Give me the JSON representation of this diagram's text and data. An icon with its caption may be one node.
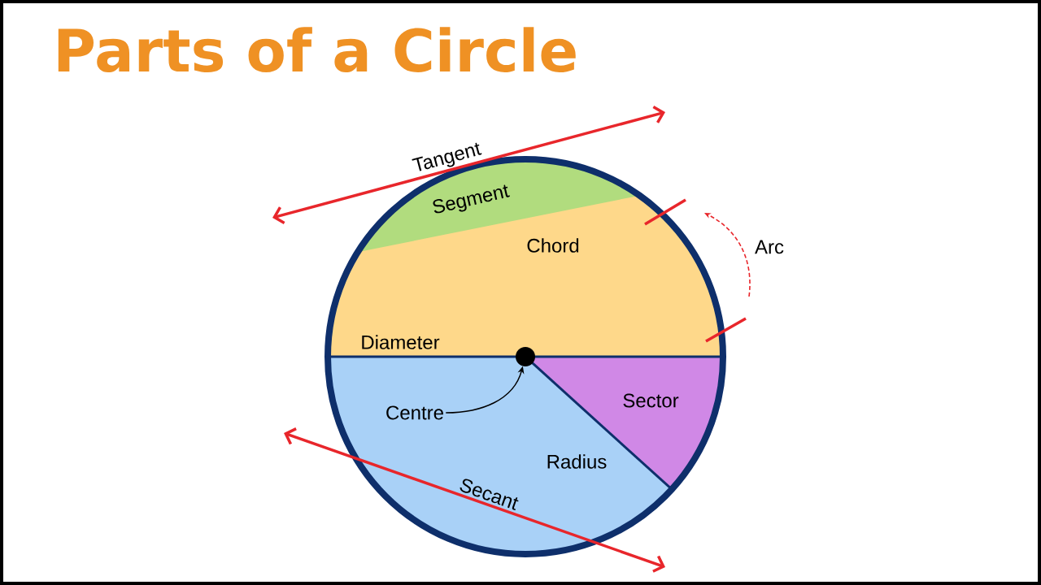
{
  "diagram": {
    "title": "Parts of a Circle",
    "nodes": [
      {
        "text": [
          "Centre"
        ]
      },
      {
        "text": [],
        "shape": "circle"
      }
    ],
    "edges": [
      {
        "from": 0,
        "to": 1,
        "arrow": "to"
      }
    ],
    "labels": [
      "Tangent",
      "Segment",
      "Chord",
      "Arc",
      "Diameter",
      "Sector",
      "Radius",
      "Secant"
    ]
  }
}
